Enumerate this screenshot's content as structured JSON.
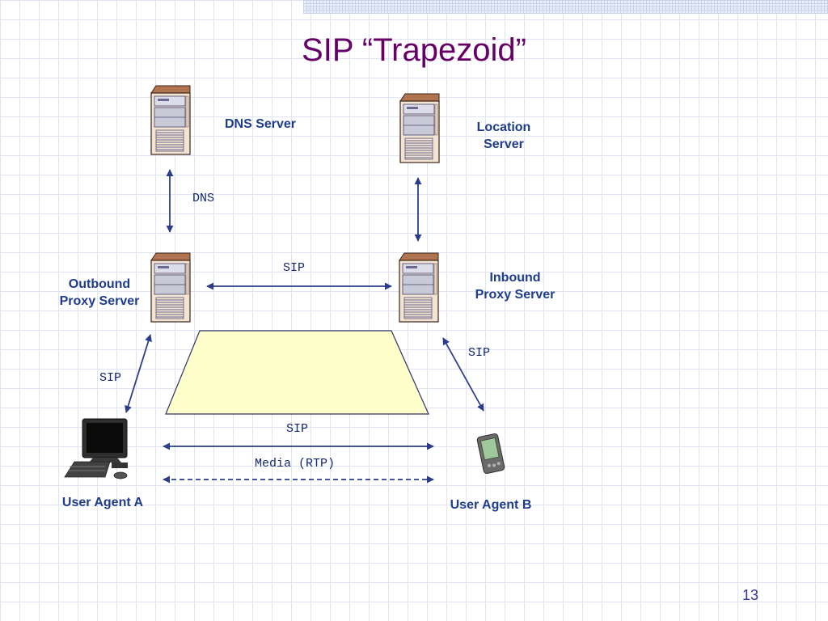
{
  "title": "SIP “Trapezoid”",
  "nodes": {
    "dns_server": "DNS Server",
    "location_server_line1": "Location",
    "location_server_line2": "Server",
    "outbound_line1": "Outbound",
    "outbound_line2": "Proxy Server",
    "inbound_line1": "Inbound",
    "inbound_line2": "Proxy Server",
    "user_agent_a": "User Agent A",
    "user_agent_b": "User Agent B"
  },
  "links": {
    "dns": "DNS",
    "sip_proxies": "SIP",
    "sip_ua_a": "SIP",
    "sip_ua_b": "SIP",
    "sip_direct": "SIP",
    "media": "Media (RTP)"
  },
  "slide_number": "13",
  "colors": {
    "title": "#660066",
    "label": "#1f3c8c",
    "arrow": "#2b3d8a",
    "trapezoid_fill": "#ffffcc"
  }
}
